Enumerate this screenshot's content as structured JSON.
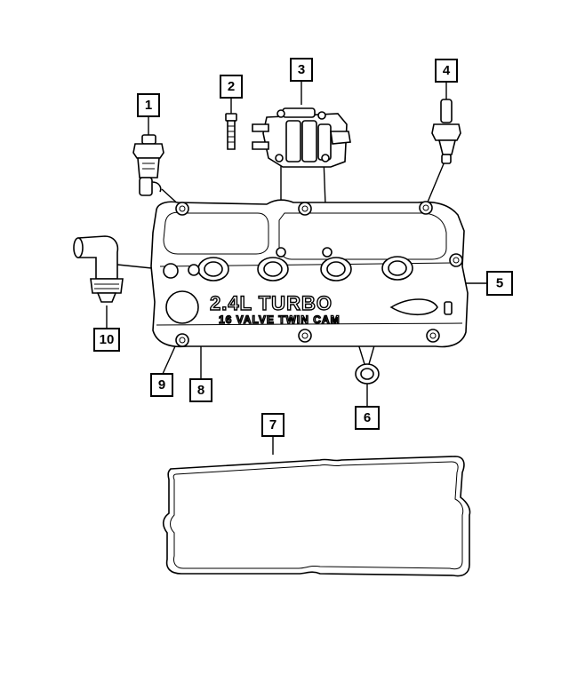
{
  "callouts": {
    "c1": "1",
    "c2": "2",
    "c3": "3",
    "c4": "4",
    "c5": "5",
    "c6": "6",
    "c7": "7",
    "c8": "8",
    "c9": "9",
    "c10": "10"
  },
  "cover_markings": {
    "engine_label": "2.4L TURBO",
    "valve_label": "16 VALVE TWIN CAM"
  }
}
